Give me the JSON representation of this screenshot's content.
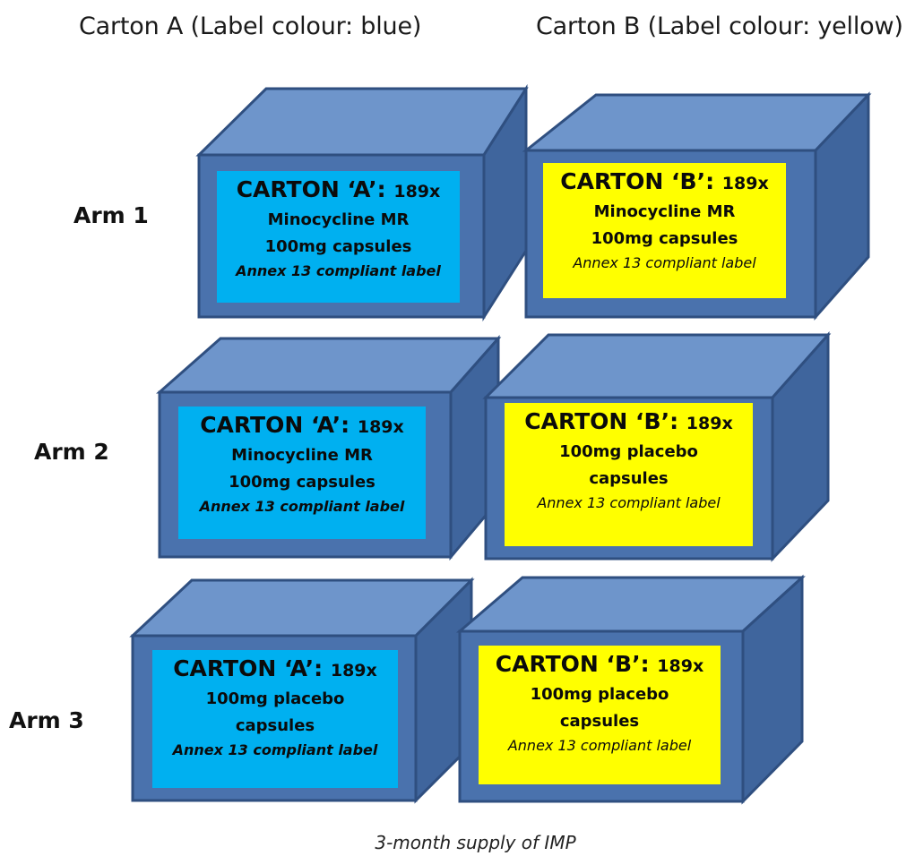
{
  "headers": {
    "carton_a": "Carton A (Label colour: blue)",
    "carton_b": "Carton B (Label colour: yellow)"
  },
  "arms": [
    {
      "label": "Arm 1",
      "carton_a": {
        "title": "CARTON ‘A’:",
        "qty": "189x",
        "line1": "Minocycline MR",
        "line2": "100mg capsules",
        "annex": "Annex 13 compliant label"
      },
      "carton_b": {
        "title": "CARTON ‘B’:",
        "qty": "189x",
        "line1": "Minocycline MR",
        "line2": "100mg capsules",
        "annex": "Annex 13 compliant label"
      }
    },
    {
      "label": "Arm 2",
      "carton_a": {
        "title": "CARTON ‘A’:",
        "qty": "189x",
        "line1": "Minocycline MR",
        "line2": "100mg capsules",
        "annex": "Annex 13 compliant label"
      },
      "carton_b": {
        "title": "CARTON ‘B’:",
        "qty": "189x",
        "line1": "100mg placebo",
        "line2": "capsules",
        "annex": "Annex 13 compliant label"
      }
    },
    {
      "label": "Arm 3",
      "carton_a": {
        "title": "CARTON ‘A’:",
        "qty": "189x",
        "line1": "100mg placebo",
        "line2": "capsules",
        "annex": "Annex 13 compliant label"
      },
      "carton_b": {
        "title": "CARTON ‘B’:",
        "qty": "189x",
        "line1": "100mg placebo",
        "line2": "capsules",
        "annex": "Annex 13 compliant label"
      }
    }
  ],
  "caption": "3-month supply of IMP",
  "colors": {
    "box_front": "#4a72ad",
    "box_top": "#6e95cb",
    "box_side": "#3f659d",
    "box_edge": "#2f4f80",
    "label_a": "#00b0f0",
    "label_b": "#ffff00"
  }
}
